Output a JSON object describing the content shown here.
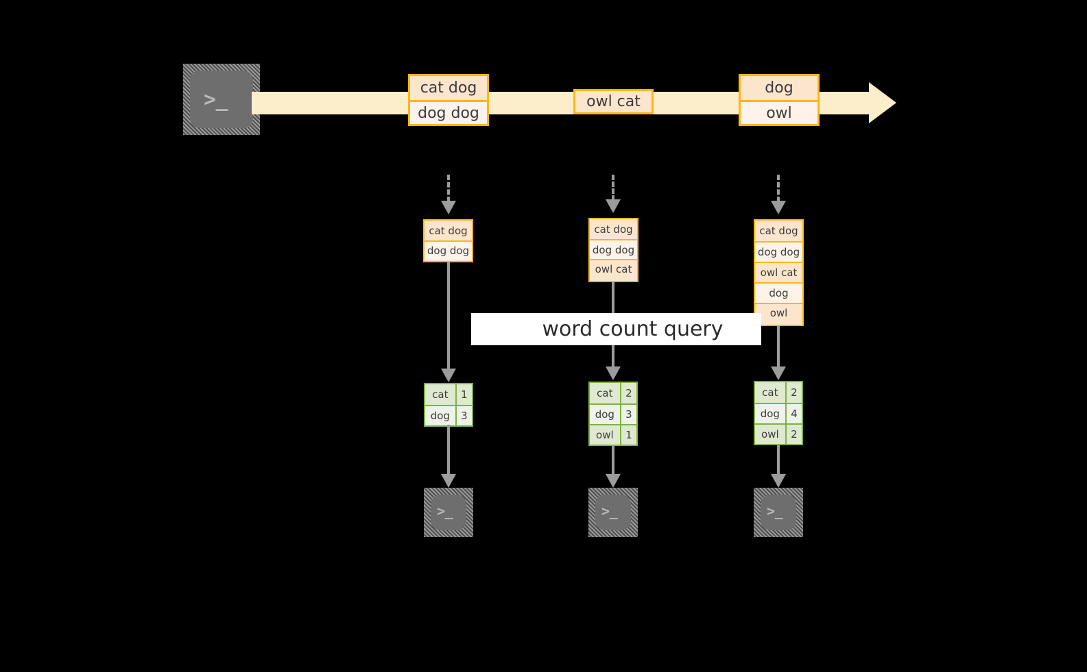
{
  "diagram": {
    "title": "word count query",
    "colors": {
      "stream_band": "#fdeecb",
      "event_border": "#ffb612",
      "event_fill_dark": "#fce5cd",
      "event_fill_light": "#fdf3ea",
      "result_border": "#7cb342",
      "result_fill_dark": "#dfe9cf",
      "result_fill_light": "#eef2e8",
      "arrow": "#9c9c9c",
      "terminal_body": "#6e6e6e",
      "background": "#000000",
      "label_band": "#ffffff"
    },
    "source": {
      "icon": "terminal-icon",
      "prompt_glyph": ">_"
    },
    "stream_events": [
      {
        "group_id": 1,
        "rows": [
          {
            "text": "cat dog",
            "shade": "dark"
          },
          {
            "text": "dog dog",
            "shade": "light"
          }
        ]
      },
      {
        "group_id": 2,
        "rows": [
          {
            "text": "owl cat",
            "shade": "dark"
          }
        ]
      },
      {
        "group_id": 3,
        "rows": [
          {
            "text": "dog",
            "shade": "dark"
          },
          {
            "text": "owl",
            "shade": "light"
          }
        ]
      }
    ],
    "snapshots": [
      {
        "snapshot_id": 1,
        "input_rows": [
          {
            "text": "cat dog",
            "shade": "dark"
          },
          {
            "text": "dog dog",
            "shade": "light"
          }
        ],
        "result_rows": [
          {
            "word": "cat",
            "count": "1",
            "shade": "dark"
          },
          {
            "word": "dog",
            "count": "3",
            "shade": "light"
          }
        ],
        "sink_icon": "terminal-icon",
        "sink_prompt_glyph": ">_"
      },
      {
        "snapshot_id": 2,
        "input_rows": [
          {
            "text": "cat dog",
            "shade": "dark"
          },
          {
            "text": "dog dog",
            "shade": "light"
          },
          {
            "text": "owl cat",
            "shade": "dark"
          }
        ],
        "result_rows": [
          {
            "word": "cat",
            "count": "2",
            "shade": "dark"
          },
          {
            "word": "dog",
            "count": "3",
            "shade": "light"
          },
          {
            "word": "owl",
            "count": "1",
            "shade": "dark"
          }
        ],
        "sink_icon": "terminal-icon",
        "sink_prompt_glyph": ">_"
      },
      {
        "snapshot_id": 3,
        "input_rows": [
          {
            "text": "cat dog",
            "shade": "dark"
          },
          {
            "text": "dog dog",
            "shade": "light"
          },
          {
            "text": "owl cat",
            "shade": "dark"
          },
          {
            "text": "dog",
            "shade": "light"
          },
          {
            "text": "owl",
            "shade": "dark"
          }
        ],
        "result_rows": [
          {
            "word": "cat",
            "count": "2",
            "shade": "dark"
          },
          {
            "word": "dog",
            "count": "4",
            "shade": "light"
          },
          {
            "word": "owl",
            "count": "2",
            "shade": "dark"
          }
        ],
        "sink_icon": "terminal-icon",
        "sink_prompt_glyph": ">_"
      }
    ]
  }
}
